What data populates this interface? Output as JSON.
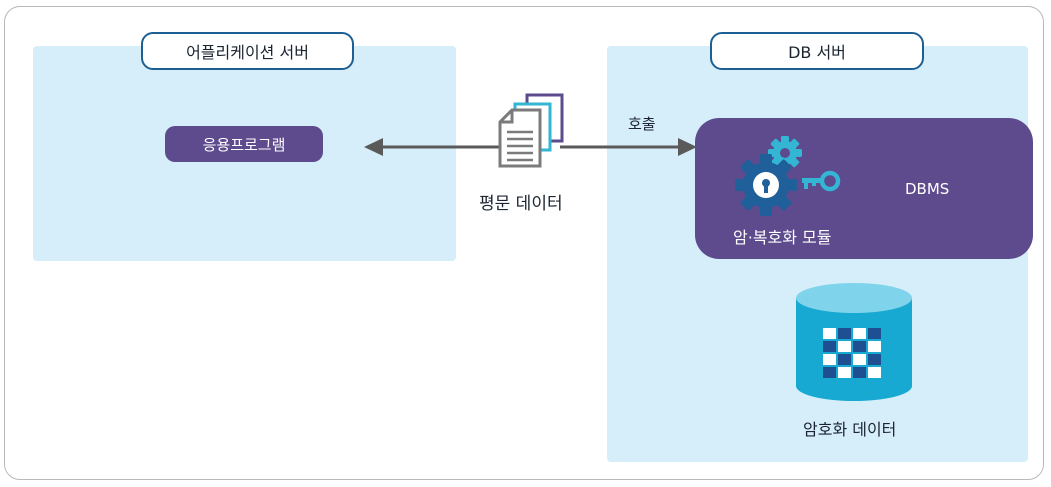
{
  "app_server": {
    "title": "어플리케이션 서버",
    "program": "응용프로그램"
  },
  "db_server": {
    "title": "DB 서버",
    "dbms": "DBMS",
    "module": "암·복호화 모듈",
    "encrypted": "암호화 데이터"
  },
  "flow": {
    "plaintext": "평문 데이터",
    "call": "호출"
  },
  "icons": {
    "document": "document-stack-icon",
    "gears": "gear-icon",
    "lock": "keyhole-lock-icon",
    "key": "key-icon",
    "database": "database-cylinder-icon"
  },
  "colors": {
    "panel": "#d6eef9",
    "tab_border": "#1d5f93",
    "purple": "#5d4b8e",
    "arrow": "#5a5a5a",
    "gear_blue": "#1f5f9a",
    "gear_cyan": "#33b5d3",
    "cylinder": "#17a9d1",
    "cylinder_top": "#7fd3ea",
    "grid_dark": "#1d4f91"
  }
}
